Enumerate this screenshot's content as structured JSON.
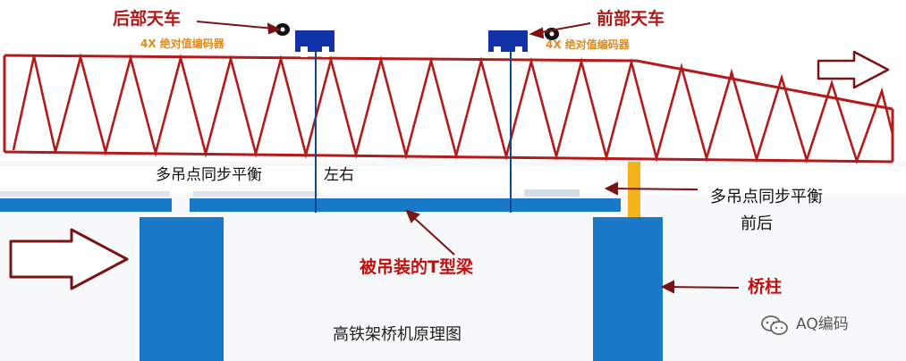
{
  "rear_trolley": {
    "label": "后部天车",
    "encoder": "4X 绝对值编码器"
  },
  "front_trolley": {
    "label": "前部天车",
    "encoder": "4X 绝对值编码器"
  },
  "sync_left_right": {
    "line1": "多吊点同步平衡",
    "line2": "左右"
  },
  "sync_front_back": {
    "line1": "多吊点同步平衡",
    "line2": "前后"
  },
  "beam_label": "被吊装的T型梁",
  "pier_label": "桥柱",
  "diagram_title": "高铁架桥机原理图",
  "watermark": "AQ编码",
  "colors": {
    "truss": "#b51a1a",
    "steel_blue": "#1a78c8",
    "trolley": "#1230a8",
    "support": "#f5b21a",
    "arrow": "#7a1414"
  }
}
